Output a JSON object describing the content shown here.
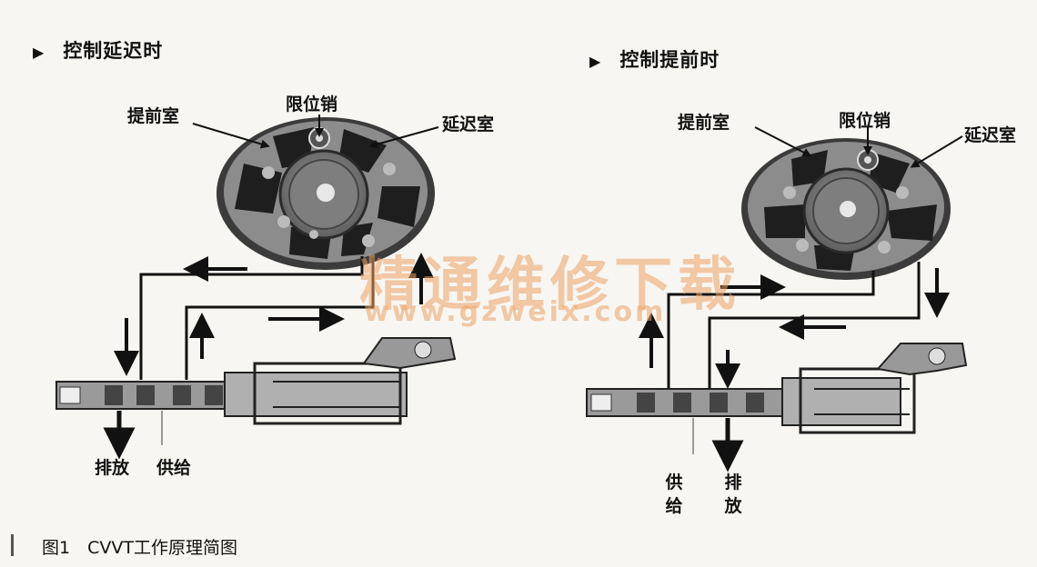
{
  "left_panel": {
    "title": "控制延迟时",
    "advance_chamber": "提前室",
    "lock_pin": "限位销",
    "retard_chamber": "延迟室",
    "drain": "排放",
    "supply": "供给"
  },
  "right_panel": {
    "title": "控制提前时",
    "advance_chamber": "提前室",
    "lock_pin": "限位销",
    "retard_chamber": "延迟室",
    "supply": "供给",
    "drain": "排放"
  },
  "watermark": {
    "text": "精通维修下载",
    "url": "www.gzweix.com"
  },
  "caption": "图1　CVVT工作原理简图",
  "icons": {
    "bullet": "triangle-right-icon",
    "flow": "arrow-icon"
  },
  "colors": {
    "background": "#f7f6f2",
    "metal": "#8a8a8a",
    "chamber": "#1e1e1e",
    "watermark": "#eca064"
  }
}
